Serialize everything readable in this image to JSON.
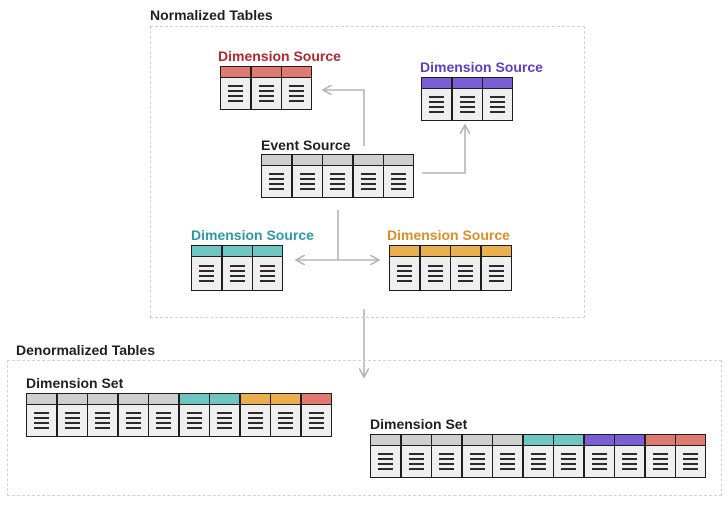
{
  "normalized": {
    "title": "Normalized Tables",
    "tables": [
      {
        "id": "dim-red",
        "title": "Dimension Source",
        "color": "#b3262c",
        "header_colors": [
          "#e07a6e",
          "#e07a6e",
          "#e07a6e"
        ]
      },
      {
        "id": "dim-purple",
        "title": "Dimension Source",
        "color": "#5b3fc4",
        "header_colors": [
          "#7a5ed6",
          "#7a5ed6",
          "#7a5ed6"
        ]
      },
      {
        "id": "event",
        "title": "Event Source",
        "color": "#1f1f1f",
        "header_colors": [
          "#cfcfcf",
          "#cfcfcf",
          "#cfcfcf",
          "#cfcfcf",
          "#cfcfcf"
        ]
      },
      {
        "id": "dim-teal",
        "title": "Dimension Source",
        "color": "#2a9aa8",
        "header_colors": [
          "#6fc5c2",
          "#6fc5c2",
          "#6fc5c2"
        ]
      },
      {
        "id": "dim-orange",
        "title": "Dimension Source",
        "color": "#de8c25",
        "header_colors": [
          "#eab050",
          "#eab050",
          "#eab050",
          "#eab050"
        ]
      }
    ]
  },
  "denormalized": {
    "title": "Denormalized Tables",
    "tables": [
      {
        "id": "set-1",
        "title": "Dimension Set",
        "color": "#1f1f1f",
        "header_colors": [
          "#cfcfcf",
          "#cfcfcf",
          "#cfcfcf",
          "#cfcfcf",
          "#cfcfcf",
          "#6fc5c2",
          "#6fc5c2",
          "#eab050",
          "#eab050",
          "#e07a6e"
        ]
      },
      {
        "id": "set-2",
        "title": "Dimension Set",
        "color": "#1f1f1f",
        "header_colors": [
          "#cfcfcf",
          "#cfcfcf",
          "#cfcfcf",
          "#cfcfcf",
          "#cfcfcf",
          "#6fc5c2",
          "#6fc5c2",
          "#7a5ed6",
          "#7a5ed6",
          "#e07a6e",
          "#e07a6e"
        ]
      }
    ]
  }
}
